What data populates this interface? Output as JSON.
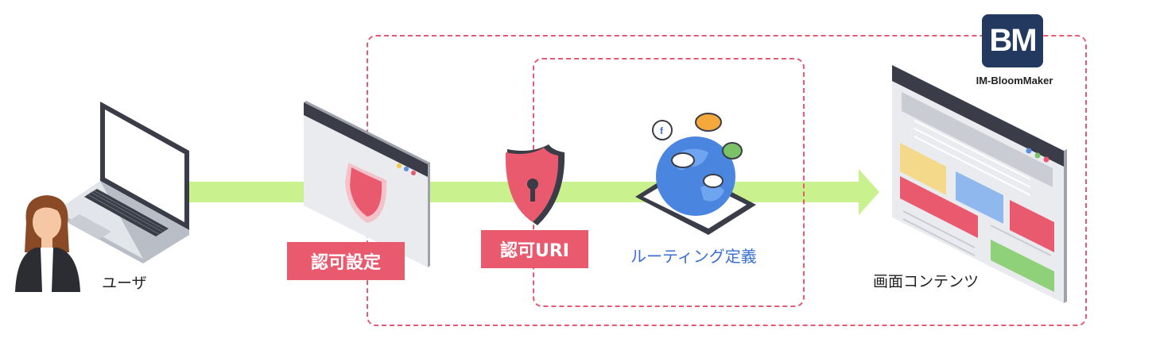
{
  "brand": {
    "logo_text": "BM",
    "name": "IM-BloomMaker"
  },
  "nodes": {
    "user": {
      "label": "ユーザ"
    },
    "auth_settings": {
      "label": "認可設定"
    },
    "auth_uri": {
      "label": "認可URI"
    },
    "routing": {
      "label": "ルーティング定義"
    },
    "screen": {
      "label": "画面コンテンツ"
    }
  },
  "colors": {
    "arrow": "#c9f28e",
    "dash": "#e35b72",
    "label_bg": "#ea5a6f",
    "routing_text": "#3b6fd6",
    "badge": "#23395f"
  }
}
